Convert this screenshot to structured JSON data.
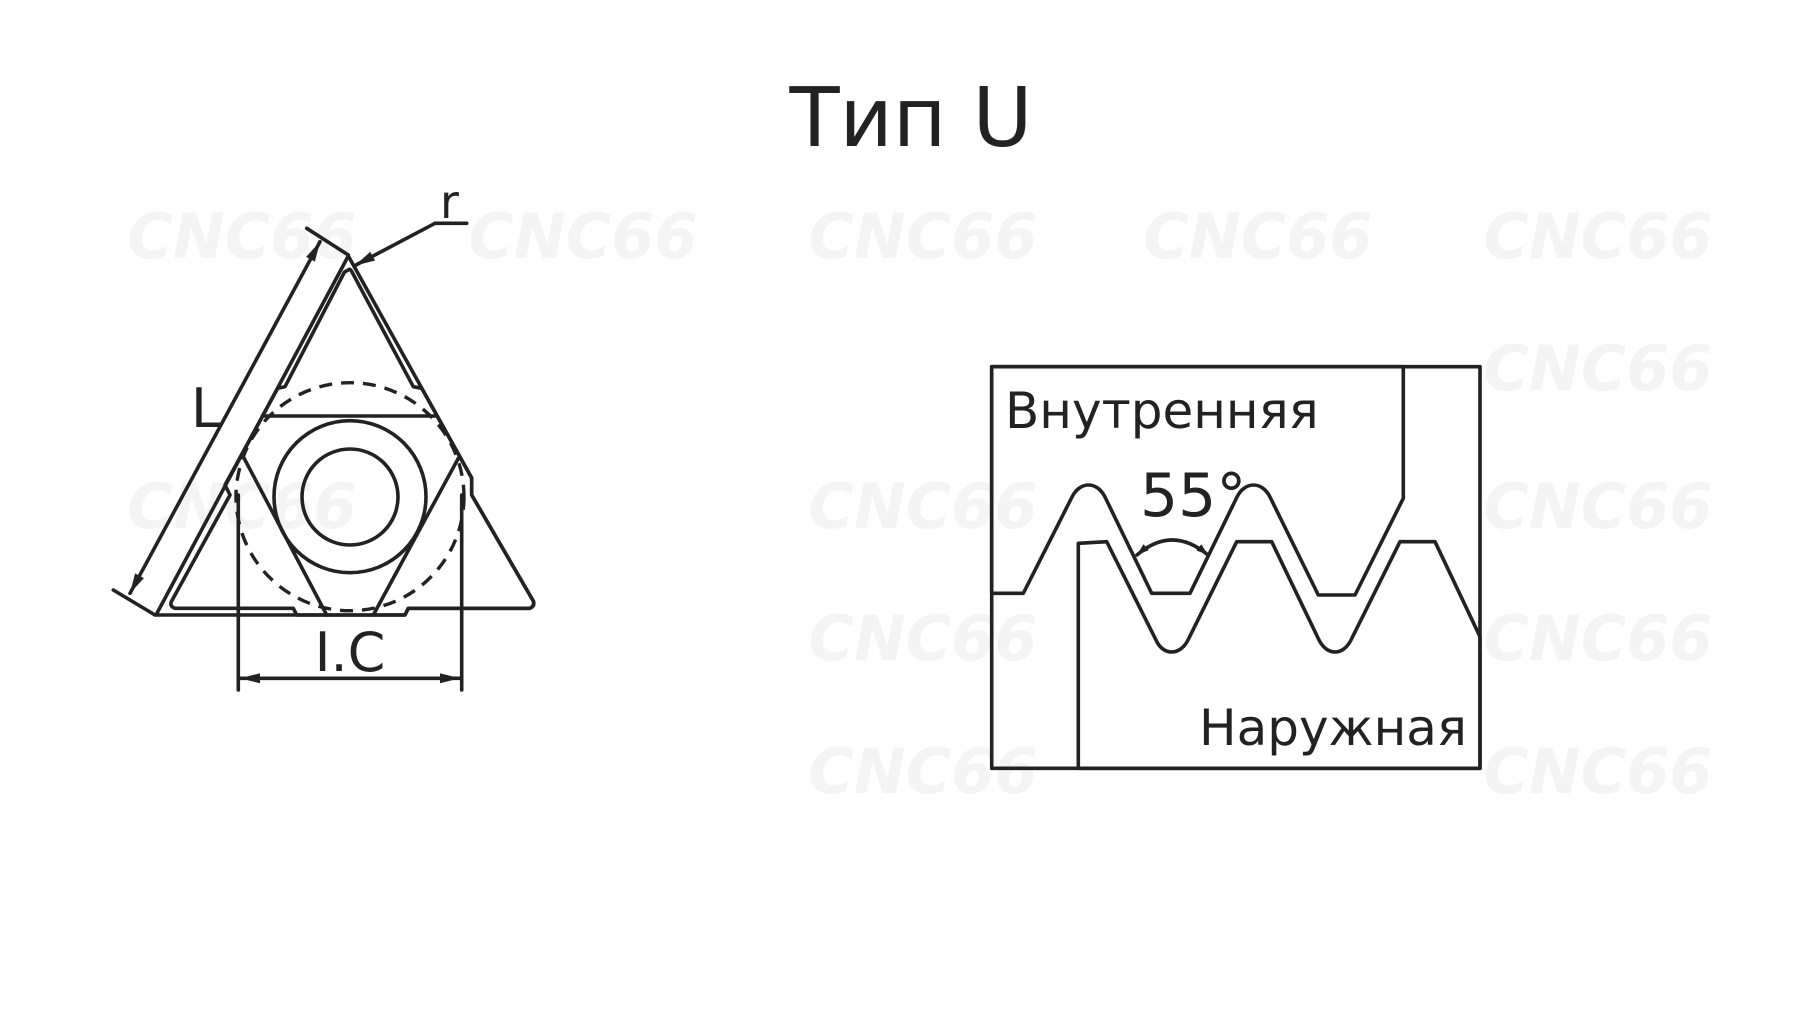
{
  "title": "Тип U",
  "watermark": "CNC66",
  "colors": {
    "insert_fill": "#b9c9d3",
    "external_fill": "#ebebeb",
    "line": "#222222"
  },
  "insert": {
    "label_length": "L",
    "label_radius": "r",
    "label_ic": "I.C"
  },
  "thread": {
    "label_internal": "Внутренняя",
    "label_angle": "55°",
    "label_external": "Наружная"
  }
}
